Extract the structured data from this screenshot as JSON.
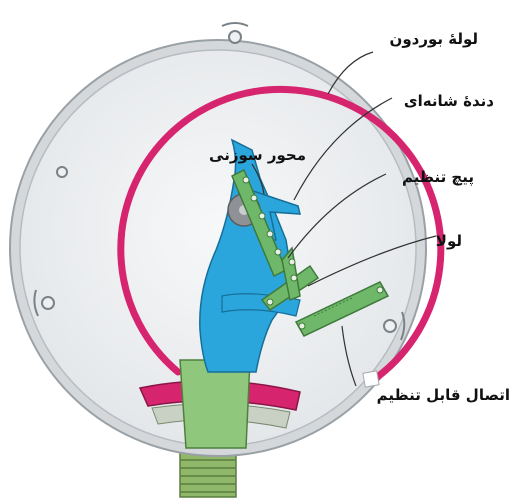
{
  "labels": {
    "bourdon_tube": "لولهٔ بوردون",
    "sector_gear": "دندهٔ شانه‌ای",
    "pointer_shaft": "محور سوزنی",
    "adjust_screw": "پیچ تنظیم",
    "hinge": "لولا",
    "adjustable_link": "اتصال قابل تنظیم"
  },
  "colors": {
    "tube": "#d6246e",
    "socket": "#2aa6dc",
    "link": "#6fb86a",
    "case": "#cfd3d6",
    "fitting": "#7aa85a"
  }
}
